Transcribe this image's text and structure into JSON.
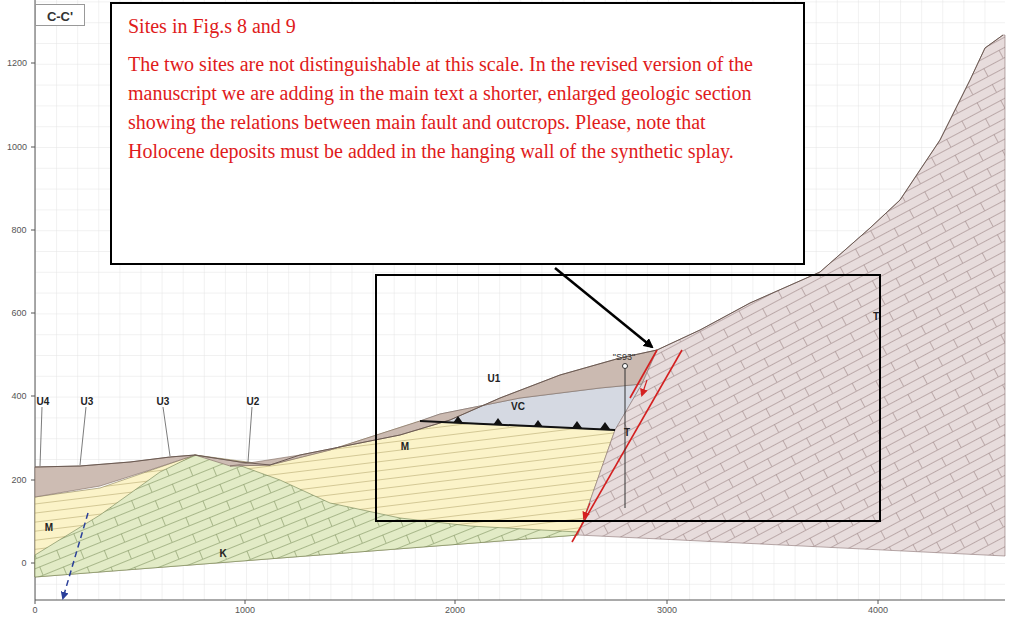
{
  "diagram": {
    "nodes": [
      {
        "text": [
          "C-C'"
        ]
      },
      {
        "text": [
          "Sites in Fig.s 8 and 9",
          "The two sites are not distinguishable at this scale. In the revised version of the manuscript we are adding in the main text a shorter, enlarged geologic section showing the relations between main fault and outcrops. Please, note that Holocene deposits must be added in the hanging wall of the synthetic splay."
        ]
      }
    ],
    "labels": [
      "1200",
      "1000",
      "800",
      "600",
      "400",
      "200",
      "0",
      "0",
      "1000",
      "2000",
      "3000",
      "4000",
      "U4",
      "U3",
      "U3",
      "U2",
      "\"S93\"",
      "U1",
      "T",
      "VC",
      "T",
      "M",
      "M",
      "K"
    ]
  }
}
